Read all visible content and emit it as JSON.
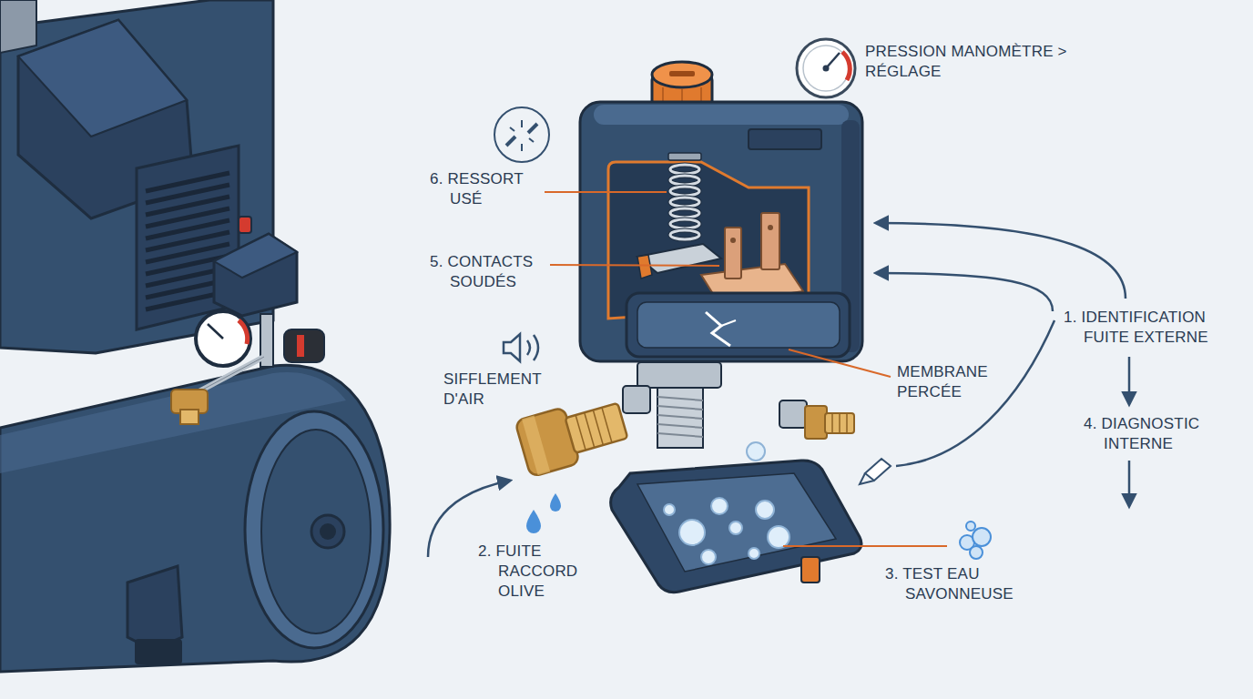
{
  "diagram": {
    "labels": [
      "PRESSION MANOMÈTRE > RÉGLAGE",
      "6. RESSORT USÉ",
      "5. CONTACTS SOUDÉS",
      "1. IDENTIFICATION FUITE EXTERNE",
      "SIFFLEMENT D'AIR",
      "MEMBRANE PERCÉE",
      "4. DIAGNOSTIC INTERNE",
      "2. FUITE RACCORD OLIVE",
      "3. TEST EAU SAVONNEUSE"
    ]
  }
}
